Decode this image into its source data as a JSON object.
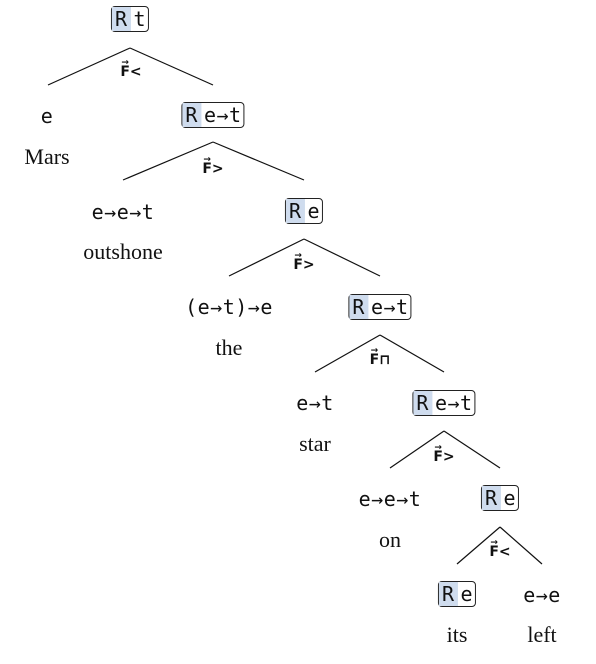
{
  "root": {
    "marker": "R",
    "type": "t"
  },
  "levels": [
    {
      "op_name": "F",
      "op_sym": "<",
      "left_type": "e",
      "left_word": "Mars",
      "right_marker": "R",
      "right_type": "e→t"
    },
    {
      "op_name": "F",
      "op_sym": ">",
      "left_type": "e→e→t",
      "left_word": "outshone",
      "right_marker": "R",
      "right_type": "e"
    },
    {
      "op_name": "F",
      "op_sym": ">",
      "left_type": "(e→t)→e",
      "left_word": "the",
      "right_marker": "R",
      "right_type": "e→t"
    },
    {
      "op_name": "F",
      "op_sym": "⊓",
      "left_type": "e→t",
      "left_word": "star",
      "right_marker": "R",
      "right_type": "e→t"
    },
    {
      "op_name": "F",
      "op_sym": ">",
      "left_type": "e→e→t",
      "left_word": "on",
      "right_marker": "R",
      "right_type": "e"
    }
  ],
  "last": {
    "op_name": "F",
    "op_sym": "<",
    "left_marker": "R",
    "left_type": "e",
    "left_word": "its",
    "right_type": "e→e",
    "right_word": "left"
  }
}
